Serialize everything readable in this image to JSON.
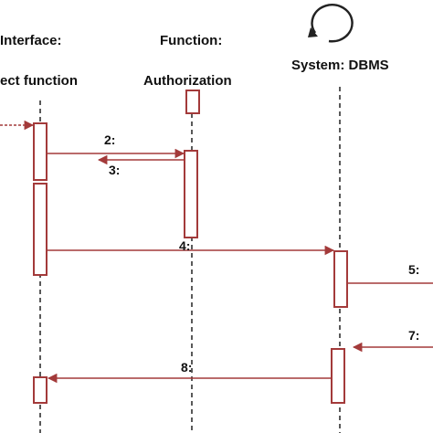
{
  "colors": {
    "message": "#a33a3a",
    "lifeline": "#222222",
    "text": "#111111"
  },
  "participants": {
    "interface": {
      "line1": "Interface:",
      "line2": "ect function"
    },
    "function": {
      "line1": "Function:",
      "line2": "Authorization"
    },
    "system": {
      "line1": "System: DBMS",
      "icon": "self-loop-icon"
    }
  },
  "messages": {
    "m2": "2:",
    "m3": "3:",
    "m4": "4:",
    "m5": "5:",
    "m7": "7:",
    "m8": "8:"
  }
}
